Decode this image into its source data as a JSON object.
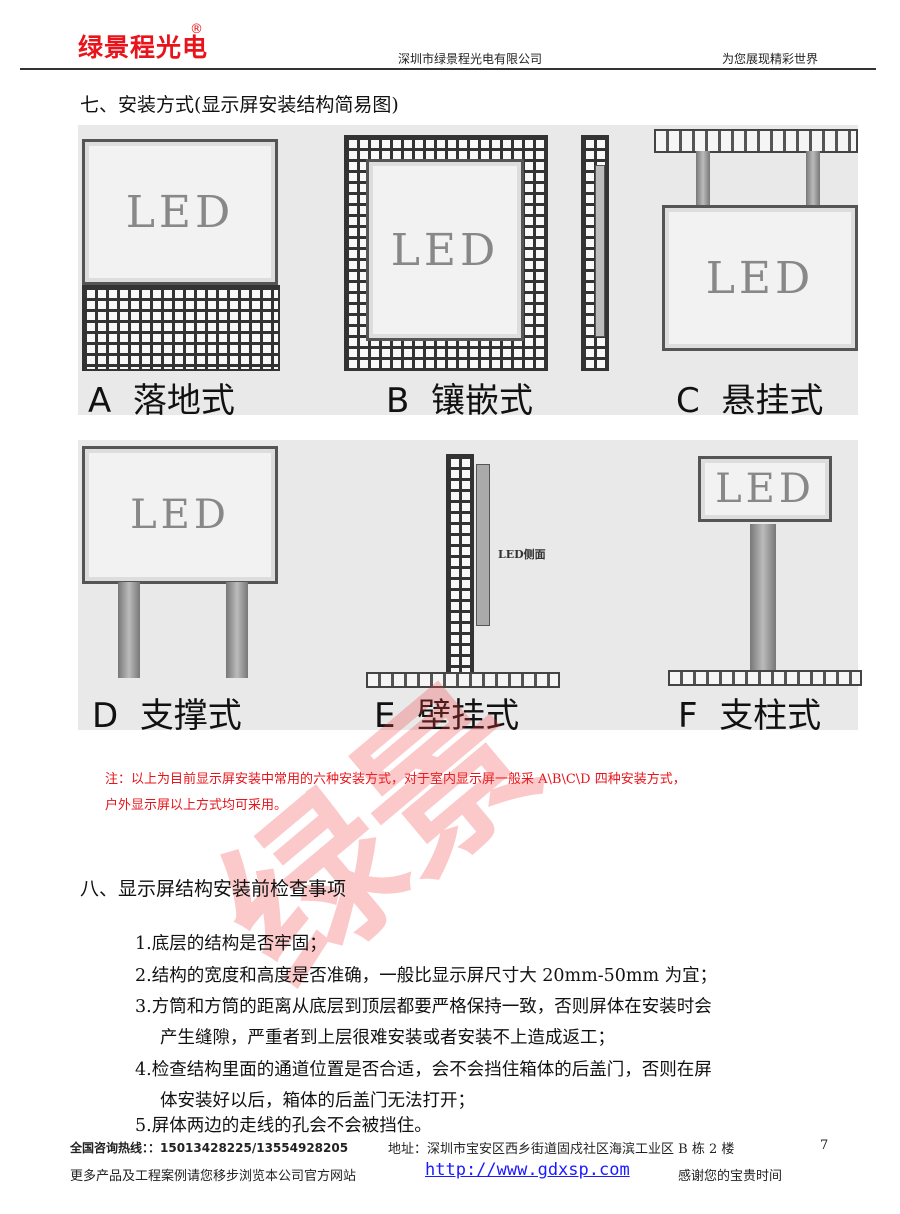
{
  "header": {
    "logo": "绿景程光电",
    "registered": "®",
    "company": "深圳市绿景程光电有限公司",
    "slogan": "为您展现精彩世界"
  },
  "section7": {
    "title": "七、安装方式(显示屏安装结构简易图)",
    "diagrams": [
      {
        "letter": "A",
        "label": "落地式",
        "screen": "LED"
      },
      {
        "letter": "B",
        "label": "镶嵌式",
        "screen": "LED"
      },
      {
        "letter": "C",
        "label": "悬挂式",
        "screen": "LED"
      },
      {
        "letter": "D",
        "label": "支撑式",
        "screen": "LED"
      },
      {
        "letter": "E",
        "label": "壁挂式",
        "screen": "LED侧面"
      },
      {
        "letter": "F",
        "label": "支柱式",
        "screen": "LED"
      }
    ],
    "note_line1": "注：以上为目前显示屏安装中常用的六种安装方式，对于室内显示屏一般采 A\\B\\C\\D 四种安装方式，",
    "note_line2": "户外显示屏以上方式均可采用。"
  },
  "section8": {
    "title": "八、显示屏结构安装前检查事项",
    "items": [
      "1.底层的结构是否牢固；",
      "2.结构的宽度和高度是否准确，一般比显示屏尺寸大 20mm-50mm 为宜；",
      "3.方筒和方筒的距离从底层到顶层都要严格保持一致，否则屏体在安装时会",
      "产生缝隙，严重者到上层很难安装或者安装不上造成返工；",
      "4.检查结构里面的通道位置是否合适，会不会挡住箱体的后盖门，否则在屏",
      "体安装好以后，箱体的后盖门无法打开；",
      "5.屏体两边的走线的孔会不会被挡住。"
    ]
  },
  "footer": {
    "hotline": "全国咨询热线：：15013428225/13554928205",
    "address": "地址：深圳市宝安区西乡街道固戍社区海滨工业区 B 栋 2 楼",
    "page": "7",
    "more": "更多产品及工程案例请您移步浏览本公司官方网站",
    "url": "http://www.gdxsp.com",
    "thanks": "感谢您的宝贵时间"
  },
  "watermark": "绿景"
}
